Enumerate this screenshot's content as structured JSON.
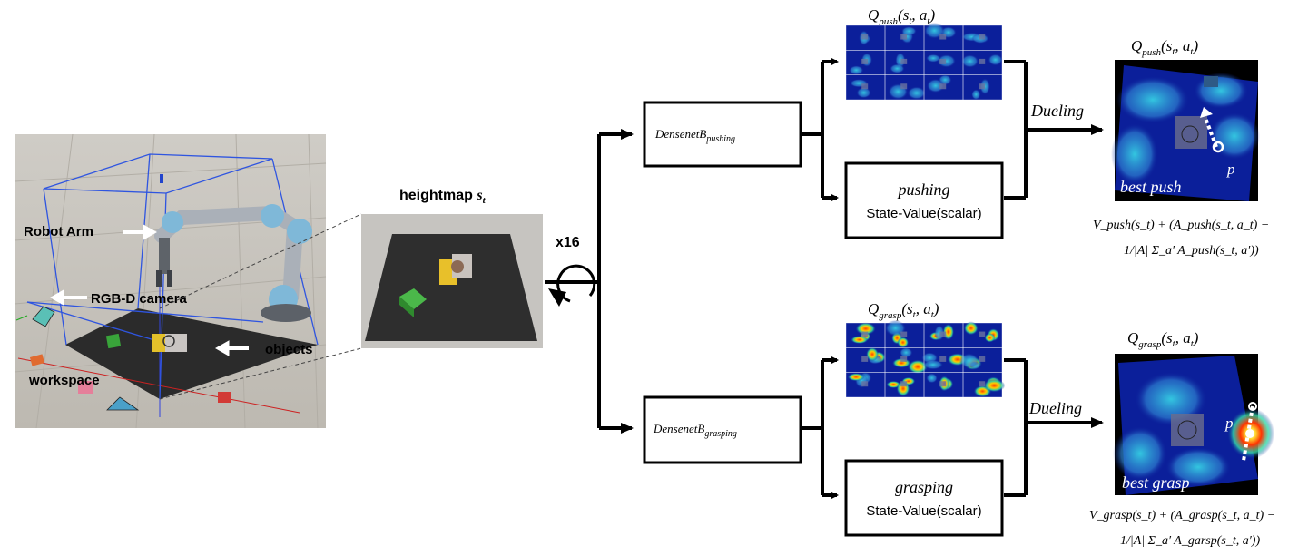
{
  "scene": {
    "robot_arm": "Robot Arm",
    "camera": "RGB-D camera",
    "objects": "objects",
    "workspace": "workspace"
  },
  "heightmap": {
    "label": "heightmap",
    "state": "s",
    "state_sub": "t"
  },
  "rotation": {
    "label": "x16"
  },
  "push": {
    "densenet": "DensenetB",
    "densenet_sub": "pushing",
    "value_title": "pushing",
    "value_text": "State-Value(scalar)",
    "q_label": "Q",
    "q_sub": "push",
    "q_args": "(s",
    "q_args_sub": "t",
    "q_args_end": ", a",
    "q_args_end_sub": "t",
    "q_close": ")",
    "dueling": "Dueling",
    "best": "best push",
    "p": "p",
    "formula_line1": "V_push(s_t) + (A_push(s_t, a_t) −",
    "formula_line2": "1/|A| Σ_a′ A_push(s_t, a′))"
  },
  "grasp": {
    "densenet": "DensenetB",
    "densenet_sub": "grasping",
    "value_title": "grasping",
    "value_text": "State-Value(scalar)",
    "q_label": "Q",
    "q_sub": "grasp",
    "dueling": "Dueling",
    "best": "best grasp",
    "p": "p",
    "formula_line1": "V_grasp(s_t) + (A_grasp(s_t, a_t) −",
    "formula_line2": "1/|A| Σ_a′ A_garsp(s_t, a′))"
  },
  "colors": {
    "floor": "#c9c5bd",
    "mat": "#2b2b2b",
    "heatmap_bg": "#0b1f9a",
    "box_line": "#000000"
  }
}
